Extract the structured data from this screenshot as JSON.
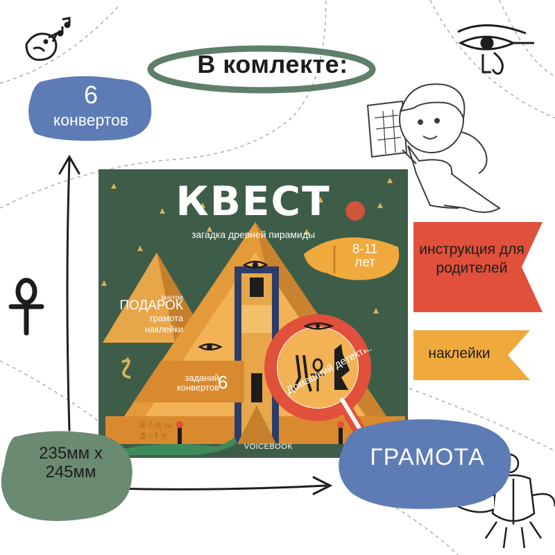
{
  "heading": "В комлекте:",
  "envelopes_callout": {
    "count": "6",
    "label": "конвертов"
  },
  "product": {
    "title": "КВЕСТ",
    "subtitle": "загадка древней пирамиды",
    "age": "8-11 лет",
    "inside_label": "внутри",
    "gift_label": "ПОДАРОК",
    "diploma_label": "грамота",
    "stickers_label": "наклейки",
    "tasks_label": "заданий конвертов",
    "tasks_count": "6",
    "magnifier_text": "Домашний детектив",
    "publisher": "VOICEBOOK"
  },
  "ribbons": {
    "parents_instruction": "инструкция для родителей",
    "stickers": "наклейки"
  },
  "dimensions_callout": {
    "text": "235мм x 245мм"
  },
  "diploma_callout": {
    "text": "ГРАМОТА"
  },
  "colors": {
    "box_green": "#3e5d49",
    "blue_blob": "#5d7bb5",
    "green_blob": "#6a8a72",
    "red_ribbon": "#e0503a",
    "yellow_ribbon": "#f0a93c",
    "pyramid_orange": "#e59a3a"
  },
  "icons": [
    "bird-with-note-icon",
    "eye-of-horus-icon",
    "ankh-icon",
    "scarab-icon",
    "arrow-icon"
  ]
}
